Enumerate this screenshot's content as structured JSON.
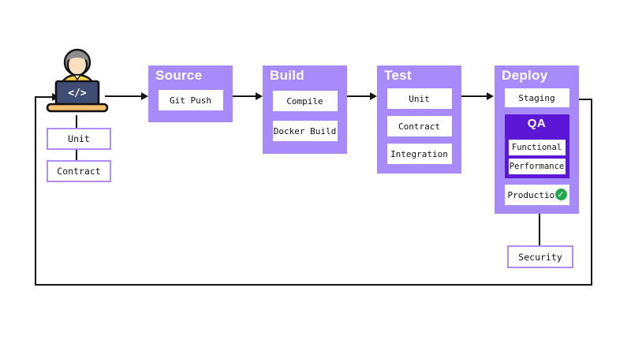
{
  "palette": {
    "stage_fill": "#a78bfa",
    "qa_fill": "#5c16d6",
    "outline_purple": "#b18cf8",
    "line_black": "#141414",
    "check_green": "#22a84c",
    "laptop_navy": "#3f4c74",
    "desk_tan": "#f2bf6e",
    "shirt_yellow": "#ffd23f"
  },
  "developer": {
    "icon": "developer-at-laptop-icon",
    "code_glyph": "</>"
  },
  "dev_tests": {
    "items": [
      {
        "label": "Unit"
      },
      {
        "label": "Contract"
      }
    ]
  },
  "stages": [
    {
      "title": "Source",
      "steps": [
        {
          "label": "Git Push"
        }
      ]
    },
    {
      "title": "Build",
      "steps": [
        {
          "label": "Compile"
        },
        {
          "label": "Docker Build"
        }
      ]
    },
    {
      "title": "Test",
      "steps": [
        {
          "label": "Unit"
        },
        {
          "label": "Contract"
        },
        {
          "label": "Integration"
        }
      ]
    },
    {
      "title": "Deploy",
      "steps": [
        {
          "label": "Staging"
        }
      ],
      "qa": {
        "title": "QA",
        "steps": [
          {
            "label": "Functional"
          },
          {
            "label": "Performance"
          }
        ]
      },
      "production": {
        "label": "Production",
        "status_icon": "check-circle",
        "check_glyph": "✓"
      }
    }
  ],
  "security": {
    "label": "Security"
  }
}
